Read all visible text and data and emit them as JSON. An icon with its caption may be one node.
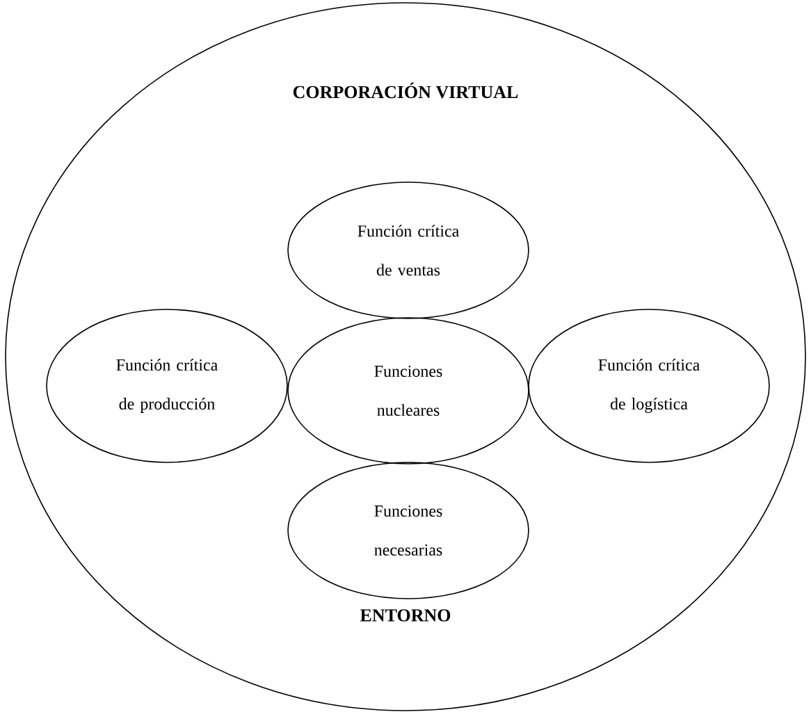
{
  "diagram": {
    "nodes": [
      {
        "text": [
          "CORPORACIÓN VIRTUAL",
          "ENTORNO"
        ]
      },
      {
        "text": [
          "Función crítica de ventas"
        ],
        "in": 0
      },
      {
        "text": [
          "Función crítica de producción"
        ],
        "in": 0
      },
      {
        "text": [
          "Funciones nucleares"
        ],
        "in": 0
      },
      {
        "text": [
          "Función crítica de logística"
        ],
        "in": 0
      },
      {
        "text": [
          "Funciones necesarias"
        ],
        "in": 0
      }
    ]
  }
}
